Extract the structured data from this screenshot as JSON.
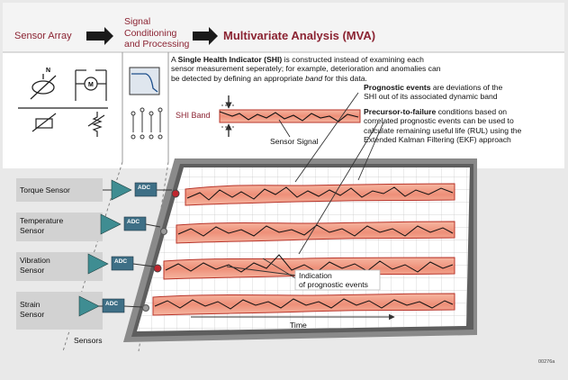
{
  "header": {
    "sensor_array": "Sensor Array",
    "signal_line1": "Signal",
    "signal_line2": "Conditioning",
    "signal_line3": "and Processing",
    "mva": "Multivariate Analysis (MVA)"
  },
  "shi_note": {
    "prefix": "A ",
    "bold": "Single Health Indicator (SHI)",
    "line1_rest": " is constructed instead of examining each",
    "line2": "sensor measurement seperately; for example, deterioration and anomalies can",
    "line3_pre": "be detected by defining an appropriate ",
    "line3_italic": "band",
    "line3_post": " for this data."
  },
  "shi_band_label": "SHI Band",
  "sensor_signal_label": "Sensor Signal",
  "prognostic_note": {
    "bold": "Prognostic events",
    "line1_rest": " are deviations of the",
    "line2": "SHI out of its associated dynamic band"
  },
  "precursor_note": {
    "bold": "Precursor-to-failure",
    "line1_rest": " conditions based on",
    "line2": "correlated prognostic events can be used to",
    "line3": "calculate remaining useful life (RUL) using the",
    "line4": "Extended Kalman Filtering (EKF) approach"
  },
  "sensors": [
    {
      "line1": "Torque Sensor",
      "line2": ""
    },
    {
      "line1": "Temperature",
      "line2": "Sensor"
    },
    {
      "line1": "Vibration",
      "line2": "Sensor"
    },
    {
      "line1": "Strain",
      "line2": "Sensor"
    }
  ],
  "adc_label": "ADC",
  "indication_line1": "Indication",
  "indication_line2": "of prognostic events",
  "time_label": "Time",
  "sensors_caption": "Sensors",
  "figure_id": "00276a",
  "colors": {
    "header_text": "#8b2332",
    "band_fill": "#f0a08a",
    "band_edge": "#b8342a",
    "amplifier": "#3f8d92",
    "adc": "#3e6f86",
    "event_dot": "#c0262e"
  },
  "icons": [
    "crossed-sensor-icon",
    "motor-icon",
    "ground-sensor-icon",
    "resistor-icon",
    "plot-icon",
    "pin-array-icon"
  ]
}
